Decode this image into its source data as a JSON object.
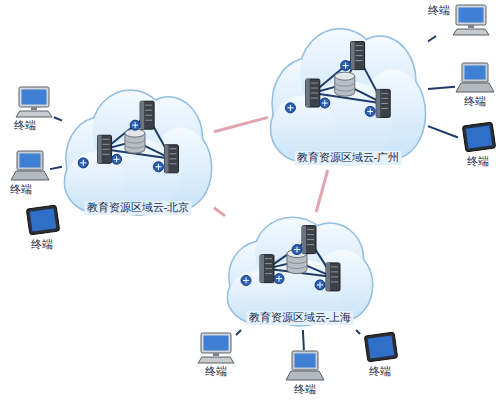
{
  "diagram": {
    "nodes": [
      {
        "text": [
          "教育资源区域云-北京"
        ]
      },
      {
        "text": [
          "教育资源区域云-广州"
        ]
      },
      {
        "text": [
          "教育资源区域云-上海"
        ]
      },
      {
        "text": [
          "终端"
        ]
      },
      {
        "text": [
          "终端"
        ]
      },
      {
        "text": [
          "终端"
        ]
      },
      {
        "text": [
          "终端"
        ]
      },
      {
        "text": [
          "终端"
        ]
      },
      {
        "text": [
          "终端"
        ]
      },
      {
        "text": [
          "终端"
        ]
      },
      {
        "text": [
          "终端"
        ]
      },
      {
        "text": [
          "终端"
        ]
      }
    ],
    "edges": [
      {
        "from": 0,
        "to": 1,
        "arrow": "none"
      },
      {
        "from": 0,
        "to": 2,
        "arrow": "none"
      },
      {
        "from": 1,
        "to": 2,
        "arrow": "none"
      },
      {
        "from": 3,
        "to": 0,
        "arrow": "none"
      },
      {
        "from": 4,
        "to": 0,
        "arrow": "none"
      },
      {
        "from": 5,
        "to": 0,
        "arrow": "none"
      },
      {
        "from": 6,
        "to": 1,
        "arrow": "none"
      },
      {
        "from": 7,
        "to": 1,
        "arrow": "none"
      },
      {
        "from": 8,
        "to": 1,
        "arrow": "none"
      },
      {
        "from": 9,
        "to": 2,
        "arrow": "none"
      },
      {
        "from": 10,
        "to": 2,
        "arrow": "none"
      },
      {
        "from": 11,
        "to": 2,
        "arrow": "none"
      }
    ]
  }
}
